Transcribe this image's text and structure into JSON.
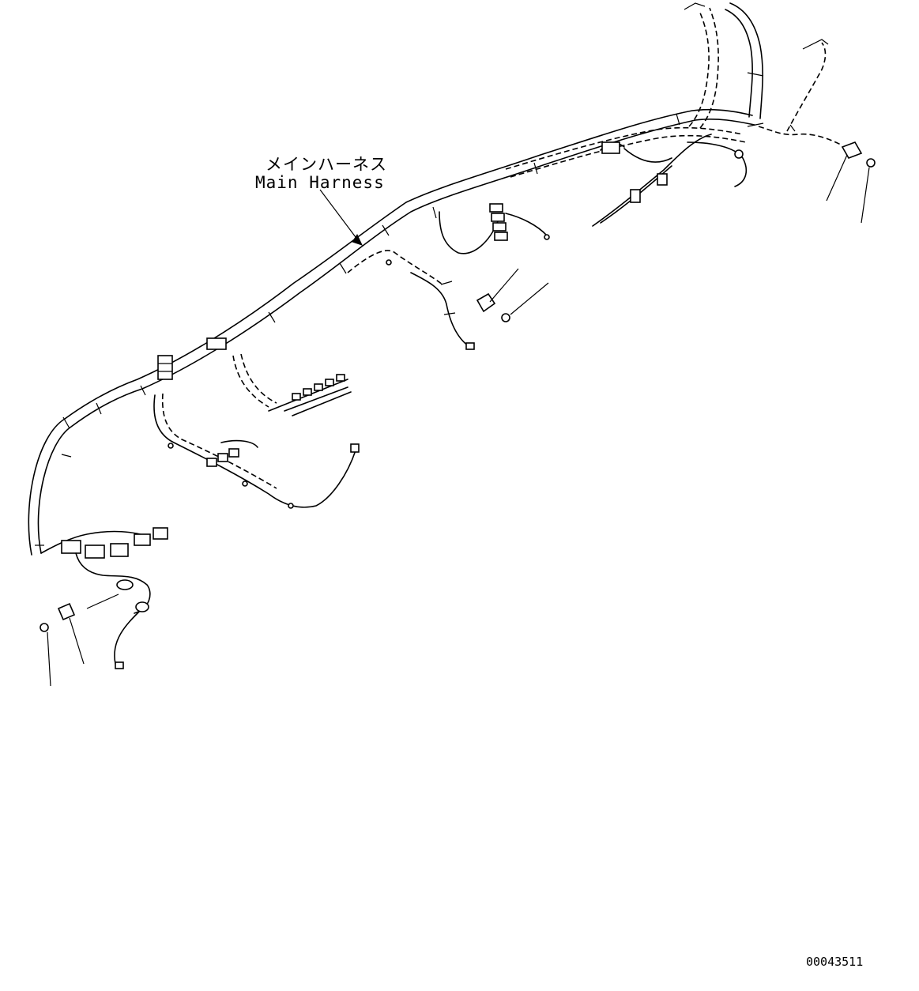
{
  "labels": {
    "main_harness_jp": "メインハーネス",
    "main_harness_en": "Main Harness"
  },
  "drawing_number": "00043511"
}
